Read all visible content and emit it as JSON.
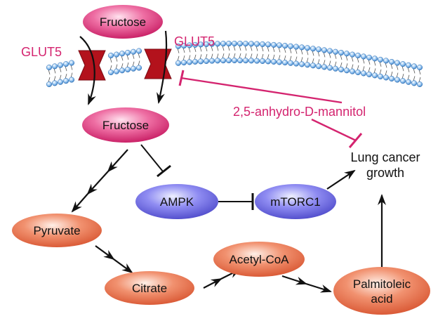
{
  "colors": {
    "magenta": "#d4246f",
    "fructose_node": "#e64d8e",
    "ampk_node": "#6f6ee8",
    "metabolite_node": "#ec7654",
    "transporter": "#b3121c",
    "membrane_head": "#6aa8e2",
    "arrow": "#111111"
  },
  "nodes": {
    "fructose_top": "Fructose",
    "fructose_mid": "Fructose",
    "ampk": "AMPK",
    "mtorc1": "mTORC1",
    "pyruvate": "Pyruvate",
    "citrate": "Citrate",
    "acetyl_coa": "Acetyl-CoA",
    "palmitoleic_line1": "Palmitoleic",
    "palmitoleic_line2": "acid"
  },
  "labels": {
    "glut5_left": "GLUT5",
    "glut5_right": "GLUT5",
    "inhibitor": "2,5-anhydro-D-mannitol",
    "outcome_line1": "Lung cancer",
    "outcome_line2": "growth"
  }
}
